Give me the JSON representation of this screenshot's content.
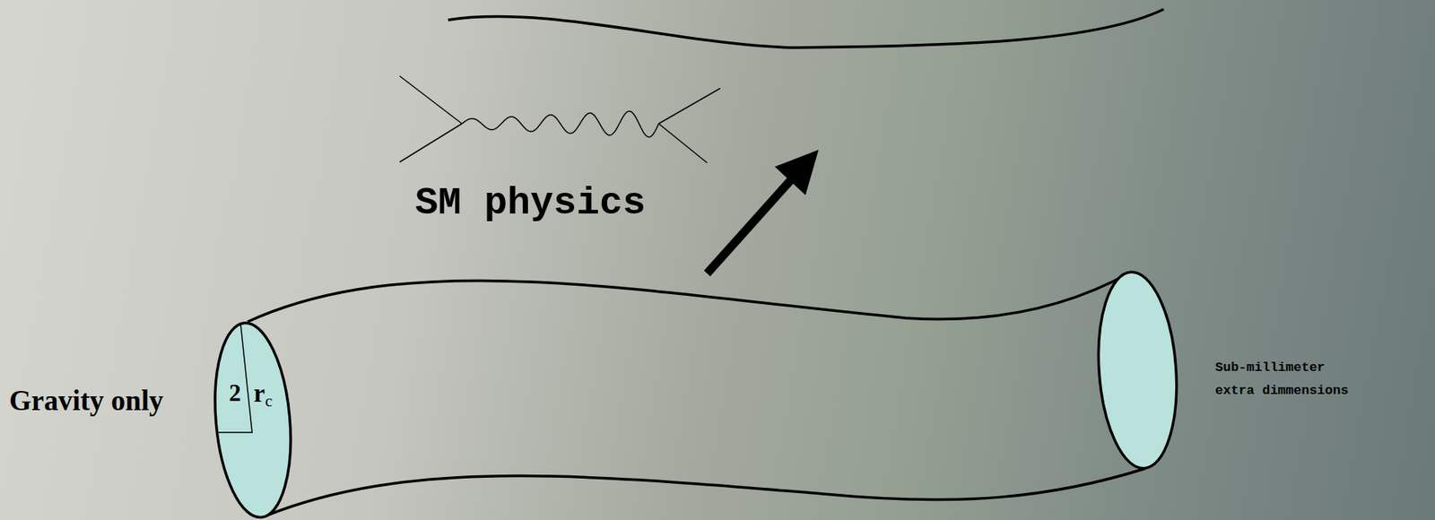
{
  "diagram": {
    "labels": [
      "SM physics",
      "Gravity only",
      "2",
      "r",
      "c",
      "Sub-millimeter extra dimmensions"
    ]
  }
}
